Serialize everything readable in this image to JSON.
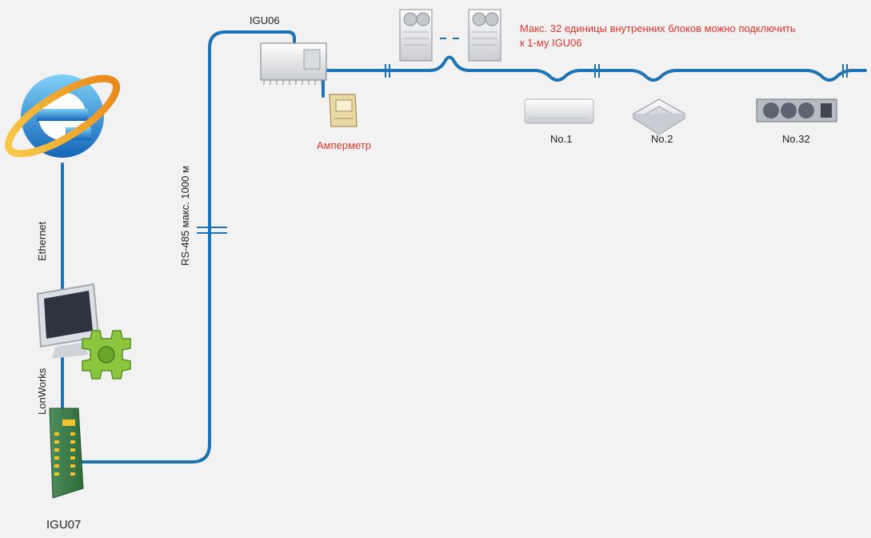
{
  "labels": {
    "igu06": "IGU06",
    "igu07": "IGU07",
    "ammeter": "Амперметр",
    "rs485": "RS-485 макс. 1000 м",
    "ethernet": "Ethernet",
    "lonworks": "LonWorks",
    "note_line1": "Макс. 32 единицы внутренних блоков можно подключить",
    "note_line2": "к 1-му IGU06",
    "unit1": "No.1",
    "unit2": "No.2",
    "unit32": "No.32"
  },
  "colors": {
    "wire": "#1c73b5",
    "note": "#e0352b",
    "background": "#f2f2f2"
  },
  "icons": {
    "browser": "internet-explorer-icon",
    "pc": "computer-monitor-gear-icon",
    "controller_igu07": "green-din-module-icon",
    "gateway_igu06": "gateway-box-icon",
    "ammeter": "ammeter-icon",
    "outdoor_units": "vrf-outdoor-unit-icon",
    "unit1": "wall-mounted-ac-icon",
    "unit2": "cassette-ac-icon",
    "unit32": "ducted-ac-icon"
  }
}
